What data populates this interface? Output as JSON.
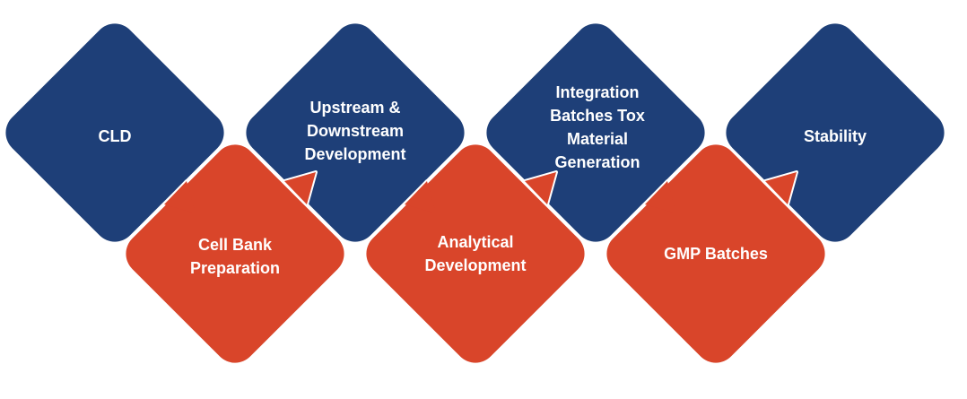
{
  "colors": {
    "blue": "#1e3f78",
    "red": "#d9452a"
  },
  "steps": [
    {
      "label": "CLD",
      "color": "blue"
    },
    {
      "label": "Cell Bank Preparation",
      "color": "red"
    },
    {
      "label": "Upstream & Downstream Development",
      "color": "blue"
    },
    {
      "label": "Analytical Development",
      "color": "red"
    },
    {
      "label": "Integration Batches Tox Material Generation",
      "color": "blue"
    },
    {
      "label": "GMP Batches",
      "color": "red"
    },
    {
      "label": "Stability",
      "color": "blue"
    }
  ]
}
